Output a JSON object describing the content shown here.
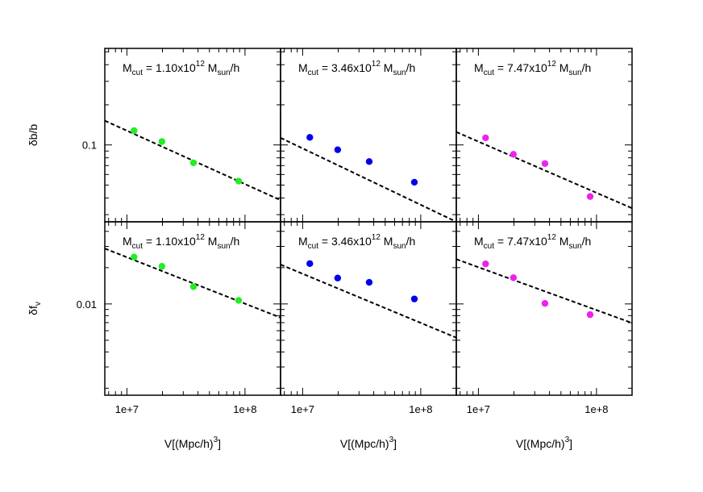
{
  "chart_data": {
    "type": "scatter",
    "layout": "2 rows x 3 columns, shared axes",
    "x_scale": "log",
    "y_scale": "log",
    "xlim": [
      6500000,
      200000000
    ],
    "x_tick_labels": [
      "1e+7",
      "1e+8"
    ],
    "xlabel": {
      "base": "V[(Mpc/h)",
      "sup": "3",
      "end": "]"
    },
    "rows": [
      {
        "ylabel": {
          "base": "δb/b",
          "sub": ""
        },
        "ylim": [
          0.0265,
          0.53
        ],
        "y_tick_labels": [
          "0.1"
        ],
        "y_tick_values": [
          0.1
        ]
      },
      {
        "ylabel": {
          "base": "δf",
          "sub": "v"
        },
        "ylim": [
          0.00175,
          0.048
        ],
        "y_tick_labels": [
          "0.01"
        ],
        "y_tick_values": [
          0.01
        ]
      }
    ],
    "columns": [
      {
        "mcut": {
          "M": "M",
          "cut": "cut",
          "mid": " = 1.10x10",
          "exp": "12",
          "sp": " M",
          "sun": "sun",
          "tail": "/h"
        },
        "color": "#22ee22"
      },
      {
        "mcut": {
          "M": "M",
          "cut": "cut",
          "mid": " = 3.46x10",
          "exp": "12",
          "sp": " M",
          "sun": "sun",
          "tail": "/h"
        },
        "color": "#0000ee"
      },
      {
        "mcut": {
          "M": "M",
          "cut": "cut",
          "mid": " = 7.47x10",
          "exp": "12",
          "sp": " M",
          "sun": "sun",
          "tail": "/h"
        },
        "color": "#ee22ee"
      }
    ],
    "panels": [
      {
        "row": 0,
        "col": 0,
        "x": [
          11500000,
          19800000,
          36600000,
          88300000
        ],
        "y": [
          0.128,
          0.106,
          0.0735,
          0.0535
        ],
        "fit_x": [
          6500000,
          200000000
        ],
        "fit_y": [
          0.152,
          0.0385
        ]
      },
      {
        "row": 0,
        "col": 1,
        "x": [
          11500000,
          19800000,
          36600000,
          88300000
        ],
        "y": [
          0.114,
          0.092,
          0.075,
          0.0525
        ],
        "fit_x": [
          6500000,
          200000000
        ],
        "fit_y": [
          0.113,
          0.0265
        ]
      },
      {
        "row": 0,
        "col": 2,
        "x": [
          11500000,
          19800000,
          36600000,
          88300000
        ],
        "y": [
          0.113,
          0.085,
          0.0725,
          0.041
        ],
        "fit_x": [
          6500000,
          200000000
        ],
        "fit_y": [
          0.125,
          0.0335
        ]
      },
      {
        "row": 1,
        "col": 0,
        "x": [
          11500000,
          19800000,
          36600000,
          88300000
        ],
        "y": [
          0.0245,
          0.0205,
          0.0139,
          0.0107
        ],
        "fit_x": [
          6500000,
          200000000
        ],
        "fit_y": [
          0.0288,
          0.0077
        ]
      },
      {
        "row": 1,
        "col": 1,
        "x": [
          11500000,
          19800000,
          36600000,
          88300000
        ],
        "y": [
          0.0216,
          0.0164,
          0.0151,
          0.011
        ],
        "fit_x": [
          6500000,
          200000000
        ],
        "fit_y": [
          0.0212,
          0.00525
        ]
      },
      {
        "row": 1,
        "col": 2,
        "x": [
          11500000,
          19800000,
          36600000,
          88300000
        ],
        "y": [
          0.0215,
          0.0165,
          0.0101,
          0.00815
        ],
        "fit_x": [
          6500000,
          200000000
        ],
        "fit_y": [
          0.0235,
          0.00695
        ]
      }
    ],
    "grid": false,
    "legend": "none"
  }
}
